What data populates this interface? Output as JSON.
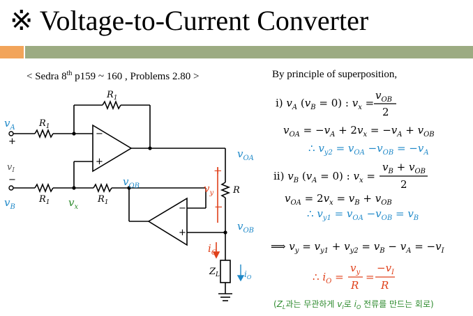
{
  "title": "※ Voltage-to-Current Converter",
  "reference": {
    "pre": "< Sedra 8",
    "sup": "th",
    "post": " p159 ~ 160 , Problems 2.80 >"
  },
  "circuit": {
    "R1_top": "R",
    "R1_top_sub": "1",
    "R1_left": "R",
    "R1_left_sub": "1",
    "R1_bottom_left": "R",
    "R1_bottom_left_sub": "1",
    "R1_bottom_mid": "R",
    "R1_bottom_mid_sub": "1",
    "vA": "v",
    "vA_sub": "A",
    "vB": "v",
    "vB_sub": "B",
    "vI": "v",
    "vI_sub": "I",
    "vx": "v",
    "vx_sub": "x",
    "vOA": "v",
    "vOA_sub": "OA",
    "vOB_top": "v",
    "vOB_top_sub": "OB",
    "vOB_right": "v",
    "vOB_right_sub": "OB",
    "vy": "v",
    "vy_sub": "y",
    "R": "R",
    "iO": "i",
    "iO_sub": "O",
    "iO_right": "i",
    "iO_right_sub": "O",
    "ZL": "Z",
    "ZL_sub": "L",
    "plus": "+",
    "minus": "−"
  },
  "derivation": {
    "intro": "By principle of superposition,",
    "case1": "i) v_A (v_B = 0) :  v_x =",
    "case1_num": "v_OB",
    "case1_den": "2",
    "case1_eq": "v_OA = −v_A + 2v_x = −v_A + v_OB",
    "case1_result": "∴ v_y2 = v_OA − v_OB = −v_A",
    "case2": "ii) v_B (v_A = 0) :  v_x =",
    "case2_num": "v_B + v_OB",
    "case2_den": "2",
    "case2_eq": "v_OA = 2v_x = v_B + v_OB",
    "case2_result": "∴ v_y1 = v_OA − v_OB = v_B",
    "sum": "⟹  v_y = v_y1 + v_y2 = v_B − v_A = −v_I",
    "io_lhs": "∴  i_O =",
    "io_frac1_num": "v_y",
    "io_frac1_den": "R",
    "io_eq": "=",
    "io_frac2_num": "−v_I",
    "io_frac2_den": "R",
    "note": "(Z_L과는 무관하게 v_I로 i_O 전류를 만드는 회로)"
  },
  "colors": {
    "blue": "#1e88c8",
    "green": "#2e8b2e",
    "red": "#e0401a",
    "band_green": "#9cab82",
    "band_orange": "#f2a45a"
  }
}
